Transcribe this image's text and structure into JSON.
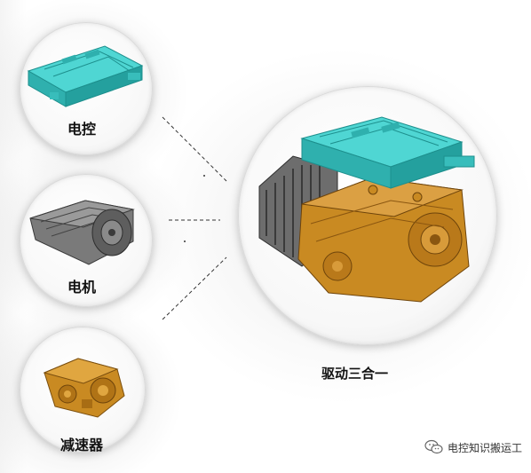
{
  "components": {
    "controller": {
      "label": "电控"
    },
    "motor": {
      "label": "电机"
    },
    "reducer": {
      "label": "减速器"
    }
  },
  "assembly": {
    "label": "驱动三合一"
  },
  "watermark": {
    "text": "电控知识搬运工",
    "icon": "wechat-icon"
  },
  "colors": {
    "controller": "#33c6c4",
    "motor": "#6f6f6f",
    "gearbox": "#c98a22",
    "line": "#333333"
  }
}
